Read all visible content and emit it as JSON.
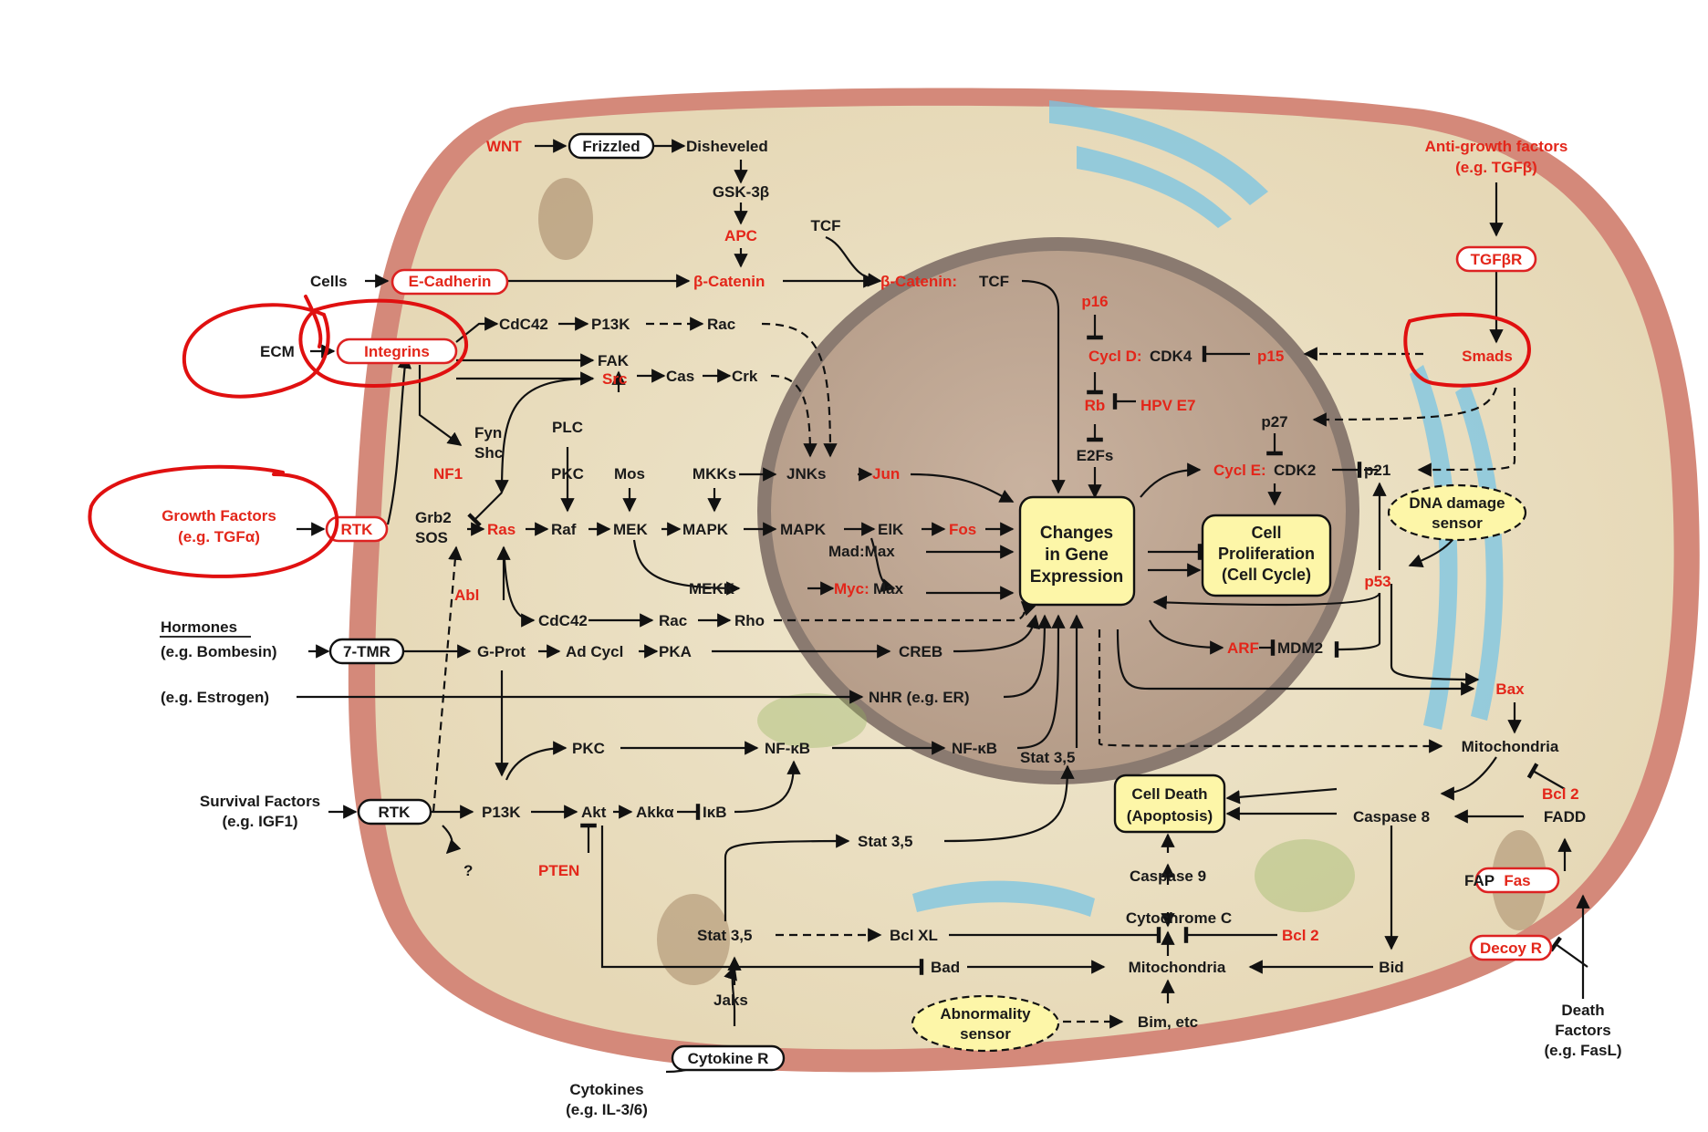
{
  "title": "",
  "nodes": {
    "wnt": "WNT",
    "frizzled": "Frizzled",
    "disheveled": "Disheveled",
    "gsk3b": "GSK-3β",
    "apc": "APC",
    "tcf": "TCF",
    "cells": "Cells",
    "ecadherin": "E-Cadherin",
    "bcatenin": "β-Catenin",
    "bcatenin_tcf_a": "β-Catenin:",
    "bcatenin_tcf_b": "TCF",
    "ecm": "ECM",
    "integrins": "Integrins",
    "cdc42_top": "CdC42",
    "p13k_top": "P13K",
    "rac_top": "Rac",
    "fak": "FAK",
    "src": "Src",
    "cas": "Cas",
    "crk": "Crk",
    "fyn": "Fyn",
    "shc": "Shc",
    "plc": "PLC",
    "nf1": "NF1",
    "pkc_mid": "PKC",
    "mos": "Mos",
    "mkks": "MKKs",
    "jnks": "JNKs",
    "jun": "Jun",
    "growth_factors": "Growth Factors",
    "growth_factors_eg": "(e.g. TGFα)",
    "rtk_top": "RTK",
    "grb2": "Grb2",
    "sos": "SOS",
    "ras": "Ras",
    "raf": "Raf",
    "mek": "MEK",
    "mapk1": "MAPK",
    "mapk2": "MAPK",
    "elk": "ElK",
    "fos": "Fos",
    "madmax": "Mad:Max",
    "myc": "Myc:",
    "max": "Max",
    "mekk": "MEKK",
    "abl": "Abl",
    "cdc42_mid": "CdC42",
    "rac_mid": "Rac",
    "rho": "Rho",
    "hormones": "Hormones",
    "bombesin": "(e.g. Bombesin)",
    "tmr": "7-TMR",
    "gprot": "G-Prot",
    "adcycl": "Ad Cycl",
    "pka": "PKA",
    "creb": "CREB",
    "estrogen": "(e.g. Estrogen)",
    "nhr": "NHR (e.g. ER)",
    "pkc_low": "PKC",
    "nfkb1": "NF-κB",
    "nfkb2": "NF-κB",
    "survival": "Survival Factors",
    "igf1": "(e.g. IGF1)",
    "rtk_low": "RTK",
    "p13k_low": "P13K",
    "akt": "Akt",
    "akka": "Akkα",
    "ikb": "IκB",
    "q": "?",
    "pten": "PTEN",
    "stat35_a": "Stat 3,5",
    "stat35_b": "Stat 3,5",
    "stat35_c": "Stat 3,5",
    "bclxl": "Bcl XL",
    "bad": "Bad",
    "jaks": "Jaks",
    "cytokine_r": "Cytokine R",
    "cytokines": "Cytokines",
    "cytokines_eg": "(e.g. IL-3/6)",
    "changes1": "Changes",
    "changes2": "in Gene",
    "changes3": "Expression",
    "p16": "p16",
    "cycld": "Cycl D:",
    "cdk4": "CDK4",
    "p15": "p15",
    "rb": "Rb",
    "hpve7": "HPV E7",
    "e2fs": "E2Fs",
    "p27": "p27",
    "cycle": "Cycl E:",
    "cdk2": "CDK2",
    "p21": "p21",
    "cellprolif1": "Cell",
    "cellprolif2": "Proliferation",
    "cellprolif3": "(Cell Cycle)",
    "dna1": "DNA damage",
    "dna2": "sensor",
    "p53": "p53",
    "arf": "ARF",
    "mdm2": "MDM2",
    "bax": "Bax",
    "mito_r": "Mitochondria",
    "bcl2_r": "Bcl 2",
    "fadd": "FADD",
    "caspase8": "Caspase 8",
    "celldeath1": "Cell Death",
    "celldeath2": "(Apoptosis)",
    "caspase9": "Caspase 9",
    "cytc": "Cytochrome C",
    "bcl2_c": "Bcl 2",
    "mito_c": "Mitochondria",
    "bid": "Bid",
    "abn1": "Abnormality",
    "abn2": "sensor",
    "bim": "Bim, etc",
    "fap": "FAP",
    "fas": "Fas",
    "decoy": "Decoy R",
    "death1": "Death",
    "death2": "Factors",
    "death3": "(e.g. FasL)",
    "antigrowth1": "Anti-growth factors",
    "antigrowth2": "(e.g. TGFβ)",
    "tgfbr": "TGFβR",
    "smads": "Smads"
  },
  "colors": {
    "oncogene_red": "#e3261a",
    "box_fill": "#fdf6a8",
    "annotation": "#e01010",
    "membrane": "#d99183",
    "cytoplasm": "#ede2c6"
  }
}
